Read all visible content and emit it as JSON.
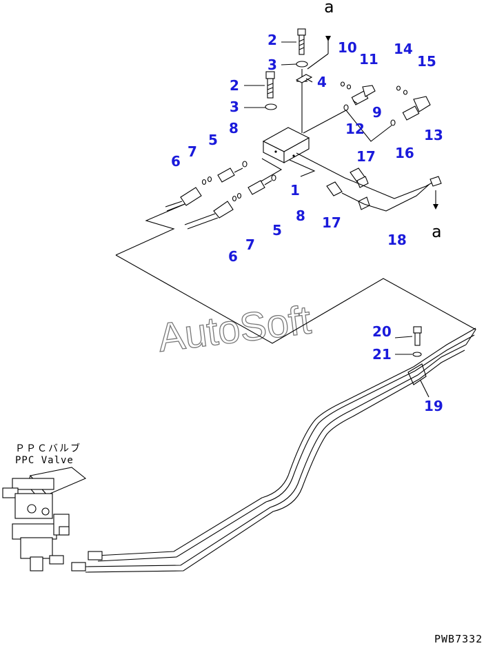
{
  "callouts": [
    "1",
    "2",
    "2",
    "3",
    "3",
    "4",
    "5",
    "5",
    "6",
    "6",
    "7",
    "7",
    "8",
    "8",
    "9",
    "10",
    "11",
    "12",
    "13",
    "14",
    "15",
    "16",
    "17",
    "17",
    "18",
    "19",
    "20",
    "21"
  ],
  "section_marker": "a",
  "ppc_valve_jp": "ＰＰＣバルブ",
  "ppc_valve_en": "PPC Valve",
  "drawing_code": "PWB7332",
  "watermark": "AutoSoft",
  "colors": {
    "callout": "#1a1adb",
    "line": "#000000",
    "watermark": "#777777"
  }
}
